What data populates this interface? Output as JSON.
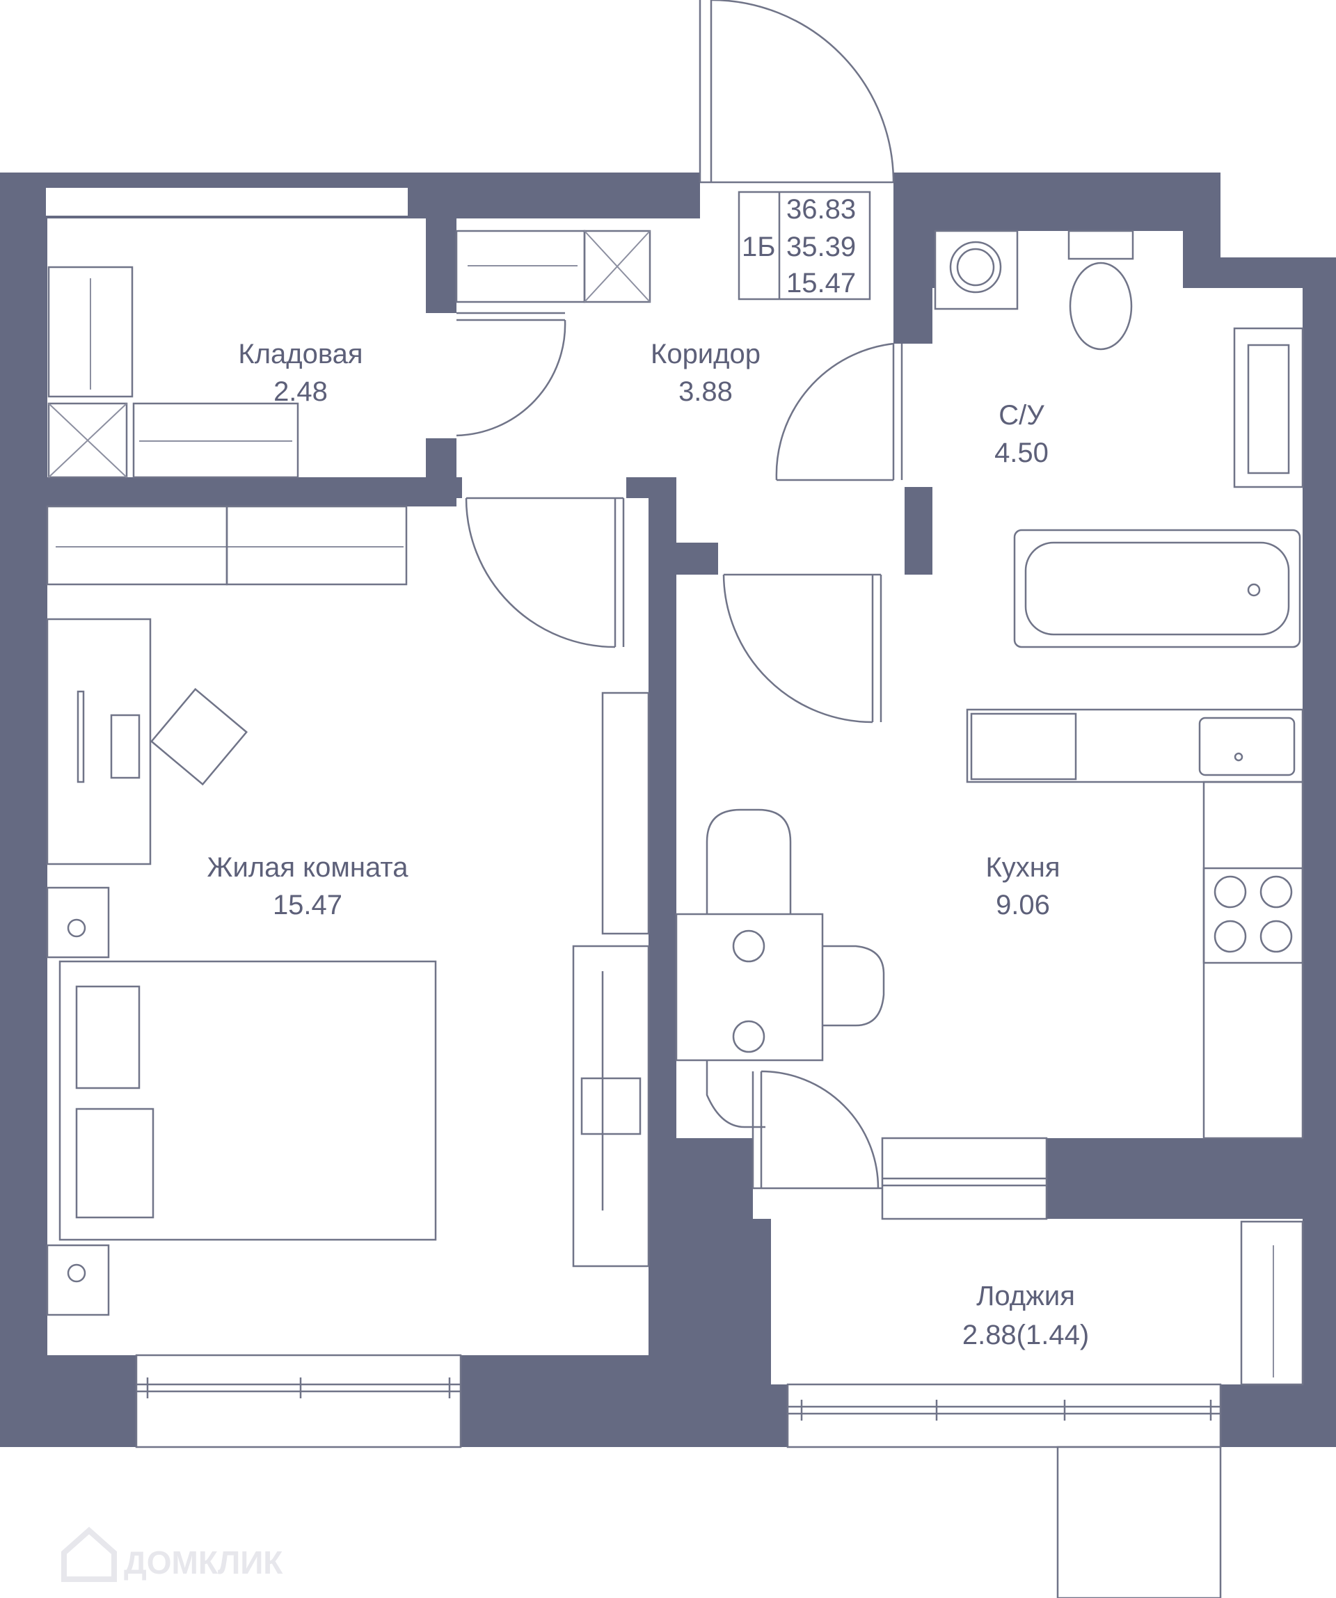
{
  "apartment": {
    "type_code": "1Б",
    "total_area": "36.83",
    "area_without_loggia": "35.39",
    "living_area": "15.47"
  },
  "rooms": {
    "storage": {
      "name": "Кладовая",
      "area": "2.48"
    },
    "corridor": {
      "name": "Коридор",
      "area": "3.88"
    },
    "bathroom": {
      "name": "С/У",
      "area": "4.50"
    },
    "living_room": {
      "name": "Жилая комната",
      "area": "15.47"
    },
    "kitchen": {
      "name": "Кухня",
      "area": "9.06"
    },
    "loggia": {
      "name": "Лоджия",
      "area": "2.88(1.44)"
    }
  },
  "watermark": {
    "text": "ДОМКЛИК"
  },
  "colors": {
    "wall": "#656a82",
    "text": "#5d6079",
    "line": "#707488"
  }
}
